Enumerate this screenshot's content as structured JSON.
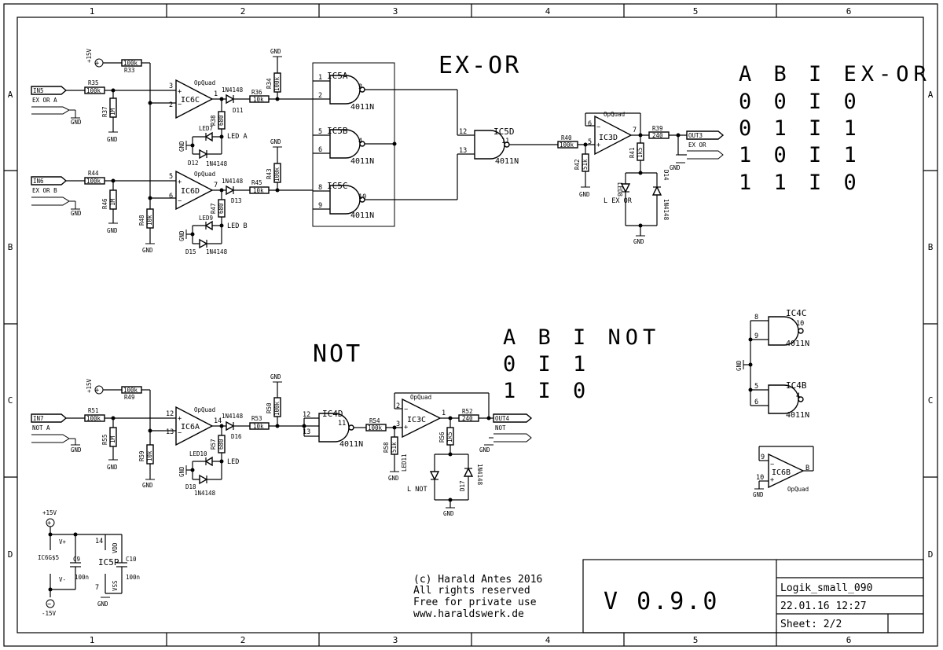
{
  "frame": {
    "col_labels": [
      "1",
      "2",
      "3",
      "4",
      "5",
      "6"
    ],
    "row_labels": [
      "A",
      "B",
      "C",
      "D"
    ]
  },
  "headings": {
    "exor": "EX-OR",
    "not": "NOT"
  },
  "exor_table": {
    "header": "A B I EX-OR",
    "rows": [
      "0 0 I 0",
      "0 1 I 1",
      "1 0 I 1",
      "1 1 I 0"
    ]
  },
  "not_table": {
    "header": "A B I NOT",
    "rows": [
      "0 I 1",
      "1 I 0"
    ]
  },
  "labels": {
    "plus15": "+15V",
    "minus15": "-15V",
    "gnd": "GND",
    "opquad": "OpQuad",
    "n4011": "4011N",
    "n4148": "1N4148",
    "in5": "IN5",
    "in6": "IN6",
    "in7": "IN7",
    "exor_a": "EX OR A",
    "exor_b": "EX OR B",
    "not_a": "NOT A",
    "out3": "OUT3",
    "exor_out": "EX OR",
    "out4": "OUT4",
    "not_out": "NOT",
    "led_a": "LED A",
    "led_b": "LED B",
    "led": "LED",
    "l_exor": "L EX OR",
    "l_not": "L NOT",
    "ic6c": "IC6C",
    "ic6d": "IC6D",
    "ic6a": "IC6A",
    "ic6b": "IC6B",
    "ic5a": "IC5A",
    "ic5b": "IC5B",
    "ic5c": "IC5C",
    "ic5d": "IC5D",
    "ic5p": "IC5P",
    "ic3d": "IC3D",
    "ic3c": "IC3C",
    "ic4d": "IC4D",
    "ic4c": "IC4C",
    "ic4b": "IC4B",
    "ic6gs5": "IC6G$5",
    "vplus": "V+",
    "vminus": "V-",
    "vdd": "VDD",
    "vss": "VSS",
    "r33": "R33",
    "r33v": "100k",
    "r34": "R34",
    "r34v": "100k",
    "r35": "R35",
    "r35v": "100k",
    "r36": "R36",
    "r36v": "10k",
    "r37": "R37",
    "r37v": "1M",
    "r38": "R38",
    "r38v": "680",
    "r39": "R39",
    "r39v": "240",
    "r40": "R40",
    "r40v": "100k",
    "r41": "R41",
    "r41v": "1k5",
    "r42": "R42",
    "r42v": "51k",
    "r43": "R43",
    "r43v": "100k",
    "r44": "R44",
    "r44v": "100k",
    "r45": "R45",
    "r45v": "10k",
    "r46": "R46",
    "r46v": "1M",
    "r47": "R47",
    "r47v": "680",
    "r48": "R48",
    "r48v": "10k",
    "r49": "R49",
    "r49v": "100k",
    "r50": "R50",
    "r50v": "100k",
    "r51": "R51",
    "r51v": "100k",
    "r52": "R52",
    "r52v": "240",
    "r53": "R53",
    "r53v": "10k",
    "r54": "R54",
    "r54v": "100k",
    "r55": "R55",
    "r55v": "1M",
    "r56": "R56",
    "r56v": "1k5",
    "r57": "R57",
    "r57v": "680",
    "r58": "R58",
    "r58v": "51k",
    "r59": "R59",
    "r59v": "10k",
    "c9": "C9",
    "c10": "C10",
    "c100n": "100n",
    "d11": "D11",
    "d12": "D12",
    "d13": "D13",
    "d14": "D14",
    "d15": "D15",
    "d16": "D16",
    "d17": "D17",
    "d18": "D18",
    "led8": "LED8",
    "led9": "LED9",
    "led7": "LED7",
    "led10": "LED10",
    "led11": "LED11",
    "pB": "B"
  },
  "copyright": {
    "line1": "(c) Harald Antes 2016",
    "line2": "All rights reserved",
    "line3": "Free for private use",
    "line4": "www.haraldswerk.de"
  },
  "title_block": {
    "version": "V 0.9.0",
    "name": "Logik_small_090",
    "date": "22.01.16 12:27",
    "sheet": "Sheet: 2/2"
  }
}
